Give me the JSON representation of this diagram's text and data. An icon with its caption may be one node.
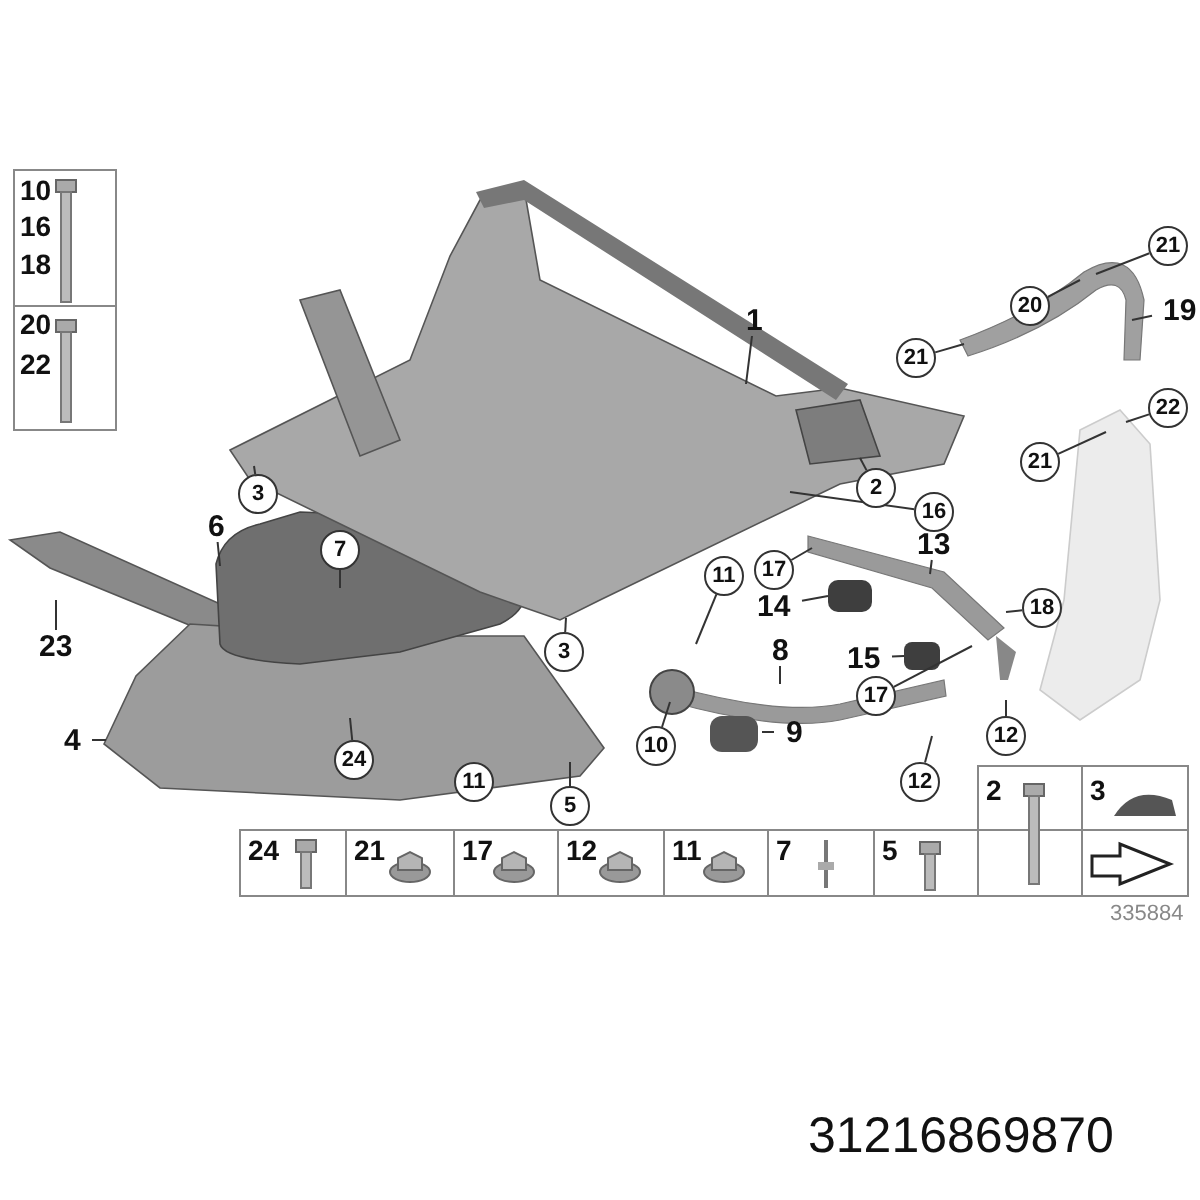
{
  "diagram": {
    "nodes": [
      {
        "text": [
          "21"
        ]
      },
      {
        "text": [
          "20"
        ]
      },
      {
        "text": [
          "19"
        ]
      },
      {
        "text": [
          "1"
        ]
      },
      {
        "text": [
          "21"
        ]
      },
      {
        "text": [
          "22"
        ]
      },
      {
        "text": [
          "21"
        ]
      },
      {
        "text": [
          "2"
        ]
      },
      {
        "text": [
          "3"
        ]
      },
      {
        "text": [
          "16"
        ]
      },
      {
        "text": [
          "6"
        ]
      },
      {
        "text": [
          "13"
        ]
      },
      {
        "text": [
          "7"
        ]
      },
      {
        "text": [
          "17"
        ]
      },
      {
        "text": [
          "11"
        ]
      },
      {
        "text": [
          "14"
        ]
      },
      {
        "text": [
          "18"
        ]
      },
      {
        "text": [
          "15"
        ]
      },
      {
        "text": [
          "23"
        ]
      },
      {
        "text": [
          "8"
        ]
      },
      {
        "text": [
          "3"
        ]
      },
      {
        "text": [
          "17"
        ]
      },
      {
        "text": [
          "10"
        ]
      },
      {
        "text": [
          "9"
        ]
      },
      {
        "text": [
          "12"
        ]
      },
      {
        "text": [
          "4"
        ]
      },
      {
        "text": [
          "24"
        ]
      },
      {
        "text": [
          "12"
        ]
      },
      {
        "text": [
          "5"
        ]
      },
      {
        "text": [
          "11"
        ]
      }
    ],
    "edges": [
      {
        "from": 0,
        "to": null,
        "arrow": "none"
      },
      {
        "from": 1,
        "to": null,
        "arrow": "none"
      },
      {
        "from": 2,
        "to": null,
        "arrow": "none"
      },
      {
        "from": 3,
        "to": null,
        "arrow": "none"
      },
      {
        "from": 4,
        "to": null,
        "arrow": "none"
      },
      {
        "from": 5,
        "to": null,
        "arrow": "none"
      },
      {
        "from": 6,
        "to": null,
        "arrow": "none"
      },
      {
        "from": 7,
        "to": null,
        "arrow": "none"
      },
      {
        "from": 8,
        "to": null,
        "arrow": "none"
      },
      {
        "from": 9,
        "to": null,
        "arrow": "none"
      },
      {
        "from": 10,
        "to": null,
        "arrow": "none"
      },
      {
        "from": 11,
        "to": null,
        "arrow": "none"
      },
      {
        "from": 12,
        "to": null,
        "arrow": "none"
      },
      {
        "from": 13,
        "to": null,
        "arrow": "none"
      },
      {
        "from": 14,
        "to": null,
        "arrow": "none"
      },
      {
        "from": 15,
        "to": null,
        "arrow": "none"
      },
      {
        "from": 16,
        "to": null,
        "arrow": "none"
      },
      {
        "from": 17,
        "to": null,
        "arrow": "none"
      },
      {
        "from": 18,
        "to": null,
        "arrow": "none"
      },
      {
        "from": 19,
        "to": null,
        "arrow": "none"
      },
      {
        "from": 20,
        "to": null,
        "arrow": "none"
      },
      {
        "from": 21,
        "to": null,
        "arrow": "none"
      },
      {
        "from": 22,
        "to": null,
        "arrow": "none"
      },
      {
        "from": 23,
        "to": null,
        "arrow": "none"
      },
      {
        "from": 24,
        "to": null,
        "arrow": "none"
      },
      {
        "from": 25,
        "to": null,
        "arrow": "none"
      },
      {
        "from": 26,
        "to": null,
        "arrow": "none"
      },
      {
        "from": 27,
        "to": null,
        "arrow": "none"
      },
      {
        "from": 28,
        "to": null,
        "arrow": "none"
      }
    ],
    "labels": [
      "10",
      "16",
      "18",
      "20",
      "22",
      "2",
      "3",
      "24",
      "21",
      "17",
      "12",
      "11",
      "7",
      "5",
      "335884",
      "31216869870"
    ]
  }
}
